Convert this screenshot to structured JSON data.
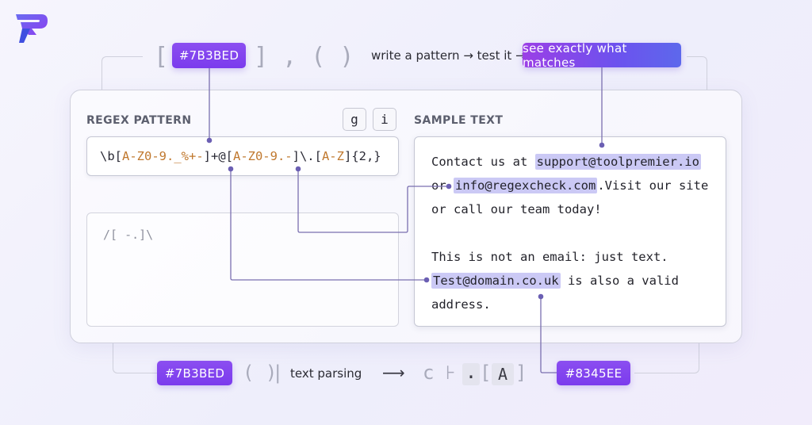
{
  "top": {
    "pill_hex": "#7B3BED",
    "bracket_open": "[",
    "bracket_close_comma_paren": "] , ( )",
    "caption": "write a pattern → test it →",
    "highlight_pill": "see exactly what matches"
  },
  "pattern_panel": {
    "label": "REGEX PATTERN",
    "flag_g": "g",
    "flag_i": "i",
    "pattern": {
      "p1": "\\b[",
      "p2": "A-Z0-9._%+-",
      "p3": "]+@[",
      "p4": "A-Z0-9.-",
      "p5": "]\\.[",
      "p6": "A-Z",
      "p7": "]{2,}"
    },
    "output_text": "/[ -.]\\"
  },
  "sample_panel": {
    "label": "SAMPLE TEXT",
    "l1_pre": "Contact us at ",
    "l1_match": "support@toolpremier.io",
    "l2_pre": "or ",
    "l2_match": "info@regexcheck.com",
    "l2_post": ".Visit our site",
    "l3": "or call our team today!",
    "l4": "This is not an email: just text.",
    "l5_match": "Test@domain.co.uk",
    "l5_post": " is also a valid",
    "l6": "address."
  },
  "bottom": {
    "pill_left": "#7B3BED",
    "parens": "( )",
    "bar": "|",
    "caption": "text  parsing",
    "arrow": "⟶",
    "glyphs1": "c ⊦",
    "dot": ".",
    "bracket_a_open": "[",
    "letter_a": "A",
    "bracket_a_close": "]",
    "pill_right": "#8345EE"
  },
  "colors": {
    "accent": "#7B3BED",
    "accent_alt": "#8345EE",
    "match_highlight": "#CBC9F5",
    "connector": "#7a6fb0"
  },
  "icons": {
    "logo": "brand-logo-icon"
  }
}
